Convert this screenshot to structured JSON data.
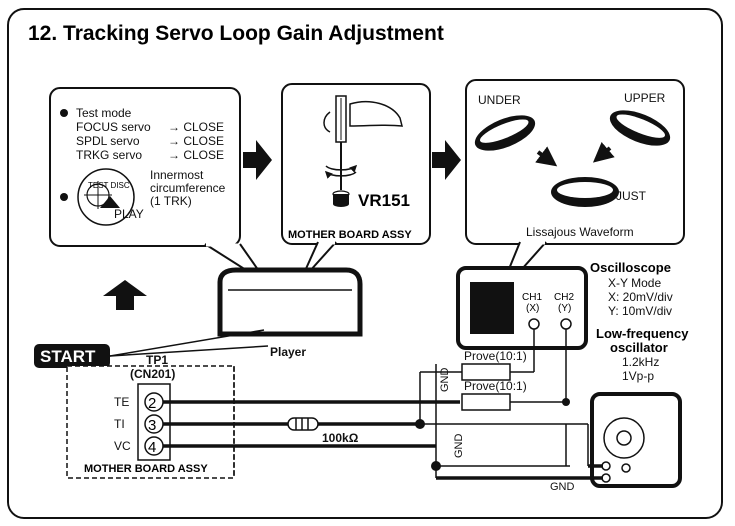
{
  "title": "12. Tracking Servo Loop Gain Adjustment",
  "panel_test_mode": {
    "heading": "Test mode",
    "lines": [
      {
        "name": "FOCUS servo",
        "value": "→ CLOSE"
      },
      {
        "name": "SPDL servo",
        "value": "→ CLOSE"
      },
      {
        "name": "TRKG servo",
        "value": "→ CLOSE"
      }
    ],
    "disc_label": "TEST DISC",
    "play_label": "PLAY",
    "circumference_lines": [
      "Innermost",
      "circumference",
      "(1 TRK)"
    ]
  },
  "panel_adjust": {
    "control": "VR151",
    "board": "MOTHER BOARD ASSY"
  },
  "panel_waveform": {
    "under": "UNDER",
    "upper": "UPPER",
    "just": "JUST",
    "caption": "Lissajous Waveform"
  },
  "player_label": "Player",
  "start_label": "START",
  "tp1": {
    "title": "TP1",
    "subtitle": "(CN201)",
    "pins": [
      {
        "label": "TE",
        "num": "2"
      },
      {
        "label": "TI",
        "num": "3"
      },
      {
        "label": "VC",
        "num": "4"
      }
    ],
    "board": "MOTHER BOARD ASSY"
  },
  "resistor_label": "100kΩ",
  "probe_labels": [
    "Prove(10:1)",
    "Prove(10:1)"
  ],
  "gnd_label": "GND",
  "oscilloscope": {
    "ch1": [
      "CH1",
      "(X)"
    ],
    "ch2": [
      "CH2",
      "(Y)"
    ],
    "title": "Oscilloscope",
    "settings": [
      "X-Y Mode",
      "X: 20mV/div",
      "Y: 10mV/div"
    ]
  },
  "oscillator": {
    "title_lines": [
      "Low-frequency",
      "oscillator"
    ],
    "settings": [
      "1.2kHz",
      "1Vp-p"
    ]
  }
}
